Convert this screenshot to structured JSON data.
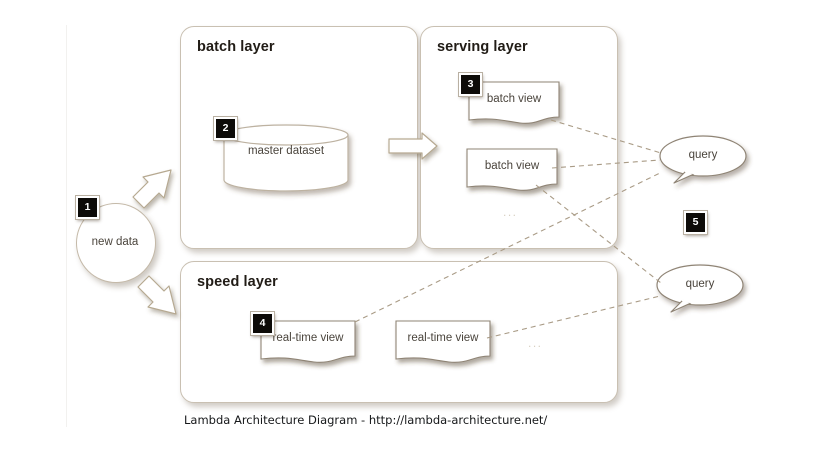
{
  "diagram": {
    "title": "Lambda Architecture Diagram",
    "caption": "Lambda Architecture Diagram - http://lambda-architecture.net/",
    "colors": {
      "background": "#ffffff",
      "box_stroke": "#c9c0b2",
      "title_text": "#211c16",
      "node_text": "#4a443c",
      "dashed_line": "#a99b86",
      "badge_fill": "#0d0b08",
      "badge_text": "#ffffff",
      "ellipsis": "#d8d0c2",
      "caption_text": "#16181a"
    }
  },
  "layers": {
    "batch": {
      "title": "batch layer"
    },
    "serving": {
      "title": "serving layer"
    },
    "speed": {
      "title": "speed layer"
    }
  },
  "nodes": {
    "new_data": {
      "label": "new data",
      "badge": "1"
    },
    "master_dataset": {
      "label": "master dataset",
      "badge": "2"
    },
    "batch_view_1": {
      "label": "batch view",
      "badge": "3"
    },
    "batch_view_2": {
      "label": "batch view",
      "badge": ""
    },
    "real_time_view_1": {
      "label": "real-time view",
      "badge": "4"
    },
    "real_time_view_2": {
      "label": "real-time view",
      "badge": ""
    },
    "query_1": {
      "label": "query",
      "badge": "5"
    },
    "query_2": {
      "label": "query",
      "badge": ""
    }
  },
  "ellipses": {
    "serving": "...",
    "speed": "..."
  },
  "badges": {
    "one": "1",
    "two": "2",
    "three": "3",
    "four": "4",
    "five": "5"
  },
  "icons": {
    "arrow_new_data_to_batch": "block-arrow-up-right-icon",
    "arrow_new_data_to_speed": "block-arrow-down-right-icon",
    "arrow_batch_to_serving": "block-arrow-right-icon"
  }
}
